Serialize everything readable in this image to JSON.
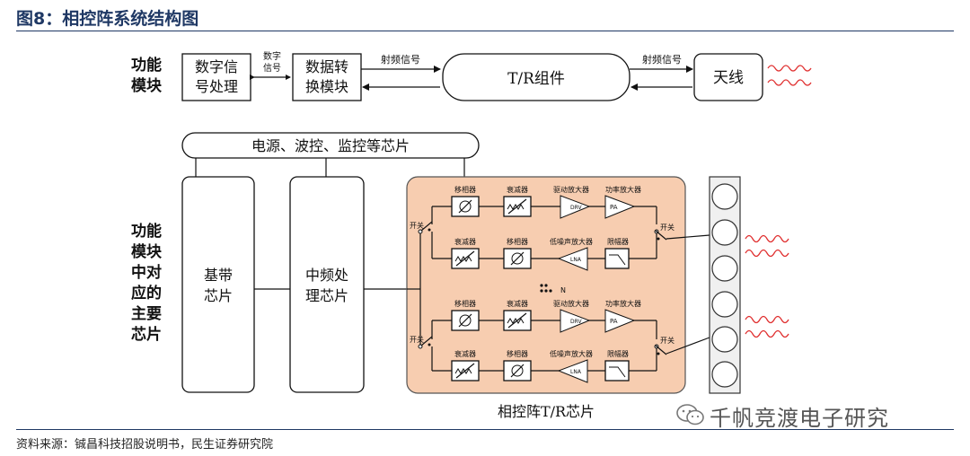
{
  "title": "图8：相控阵系统结构图",
  "source": "资料来源：铖昌科技招股说明书，民生证券研究院",
  "watermark": "千帆竞渡电子研究",
  "top": {
    "side_label": [
      "功能",
      "模块"
    ],
    "digital": [
      "数字信",
      "号处理"
    ],
    "digital_link": [
      "数字",
      "信号"
    ],
    "converter": [
      "数据转",
      "换模块"
    ],
    "rf_left": "射频信号",
    "tr": "T/R组件",
    "rf_right": "射频信号",
    "antenna": "天线"
  },
  "bottom": {
    "side_label": [
      "功能",
      "模块",
      "中对",
      "应的",
      "主要",
      "芯片"
    ],
    "power_bar": "电源、波控、监控等芯片",
    "baseband": [
      "基带",
      "芯片"
    ],
    "if_chip": [
      "中频处",
      "理芯片"
    ],
    "chip_label": "相控阵T/R芯片",
    "switch": "开关",
    "n_label": "N",
    "tx_labels": [
      "移相器",
      "衰减器",
      "驱动放大器",
      "功率放大器"
    ],
    "rx_labels": [
      "衰减器",
      "移相器",
      "低噪声放大器",
      "限幅器"
    ],
    "drv": "DRV",
    "pa": "PA",
    "lna": "LNA"
  }
}
